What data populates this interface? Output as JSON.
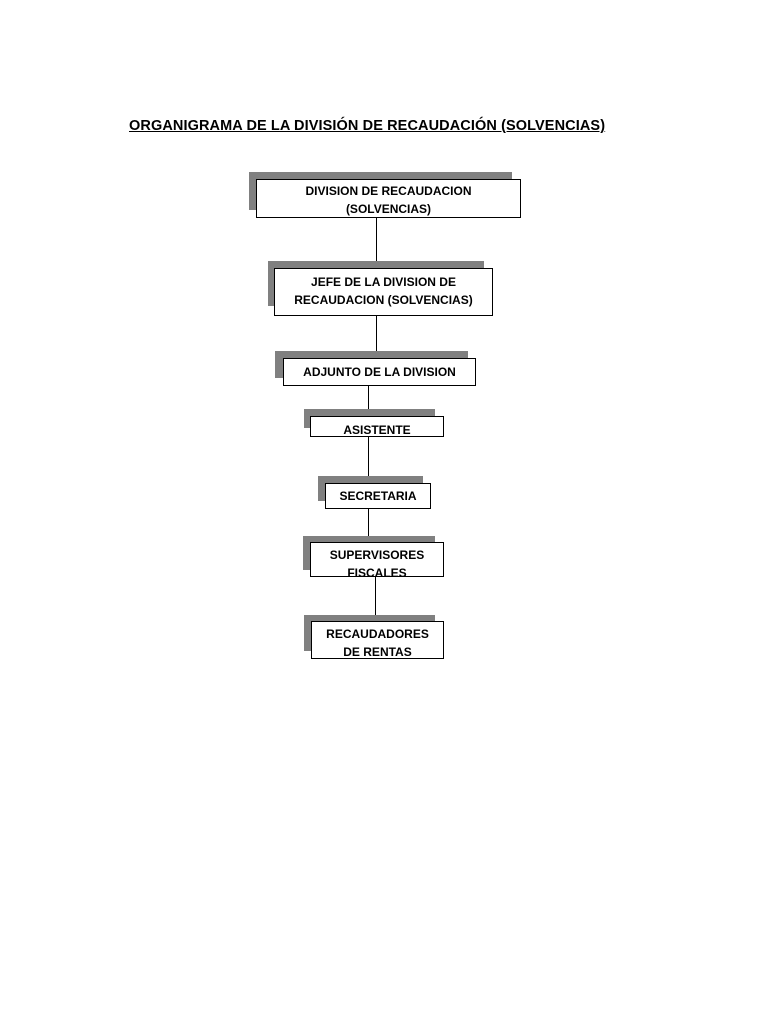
{
  "title": "ORGANIGRAMA  DE  LA  DIVISIÓN  DE RECAUDACIÓN  (SOLVENCIAS)",
  "nodes": [
    {
      "line1": "DIVISION DE  RECAUDACION",
      "line2": "(SOLVENCIAS)"
    },
    {
      "line1": "JEFE  DE  LA  DIVISION  DE",
      "line2": "RECAUDACION (SOLVENCIAS)"
    },
    {
      "line1": "ADJUNTO  DE  LA  DIVISION"
    },
    {
      "line1": "ASISTENTE"
    },
    {
      "line1": "SECRETARIA"
    },
    {
      "line1": "SUPERVISORES",
      "line2": "FISCALES"
    },
    {
      "line1": "RECAUDADORES",
      "line2": "DE  RENTAS"
    }
  ]
}
